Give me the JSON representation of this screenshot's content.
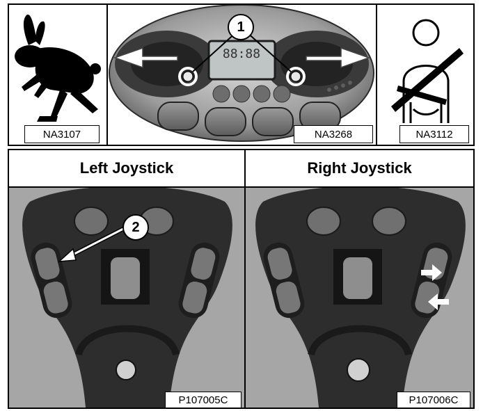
{
  "top_row": {
    "rabbit_caption": "NA3107",
    "panel_caption": "NA3268",
    "seatbelt_caption": "NA3112",
    "callout_1": "1"
  },
  "headers": {
    "left": "Left Joystick",
    "right": "Right Joystick"
  },
  "bottom_row": {
    "left_caption": "P107005C",
    "right_caption": "P107006C",
    "callout_2": "2"
  }
}
